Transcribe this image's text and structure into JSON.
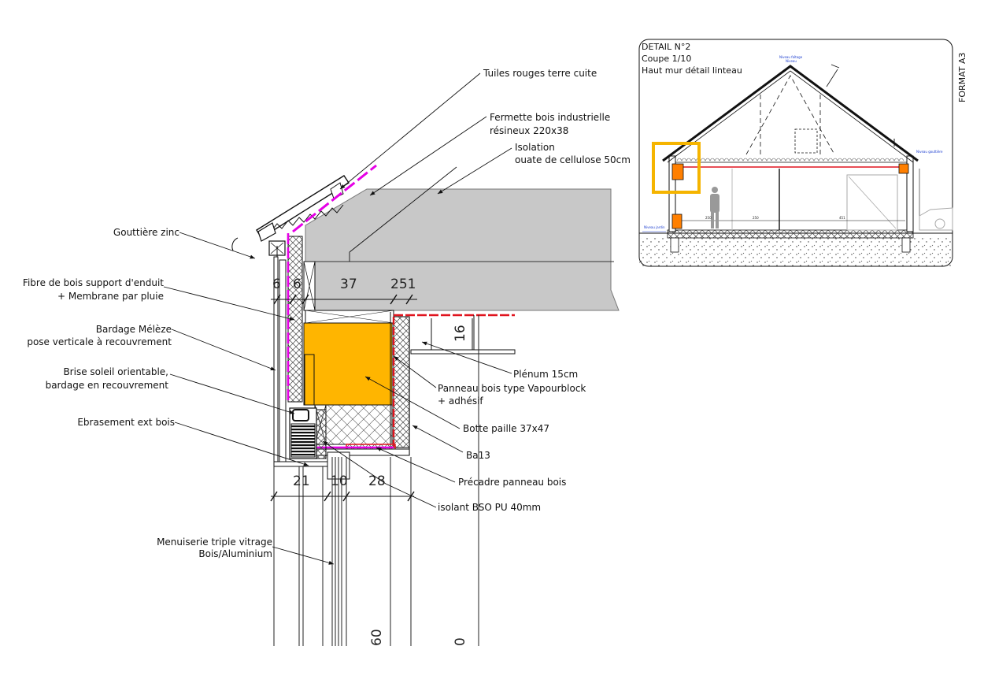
{
  "detail": {
    "title": "DETAIL N°2",
    "scale": "Coupe 1/10",
    "subtitle": "Haut mur détail linteau",
    "format": "FORMAT A3"
  },
  "callouts": {
    "tuiles": "Tuiles rouges terre cuite",
    "fermette_1": "Fermette bois industrielle",
    "fermette_2": "résineux 220x38",
    "isolation_1": "Isolation",
    "isolation_2": "ouate de cellulose 50cm",
    "gouttiere": "Gouttière zinc",
    "fibre_1": "Fibre de bois support d'enduit",
    "fibre_2": "+  Membrane par pluie",
    "bardage_1": "Bardage Mélèze",
    "bardage_2": "pose verticale à recouvrement",
    "brise_1": "Brise soleil orientable,",
    "brise_2": "bardage en recouvrement",
    "ebrasement": "Ebrasement ext bois",
    "menuiserie_1": "Menuiserie triple vitrage",
    "menuiserie_2": "Bois/Aluminium",
    "plenum": "Plénum 15cm",
    "panneau_1": "Panneau bois type Vapourblock",
    "panneau_2": "+ adhésif",
    "botte": "Botte paille 37x47",
    "ba13": "Ba13",
    "precadre": "Précadre panneau bois",
    "isolant_bso": "isolant BSO PU 40mm"
  },
  "dimensions": {
    "d6a": "6",
    "d6b": "6",
    "d37": "37",
    "d251": "251",
    "d16": "16",
    "d21": "21",
    "d10": "10",
    "d28": "28",
    "d60": "60",
    "d0": "0"
  },
  "mini": {
    "niveau_faitage_1": "Niveau faîtage",
    "niveau_faitage_2": "Niveau",
    "niveau_gouttiere": "Niveau gouttière",
    "niveau_jardin": "Niveau jardin",
    "d1": "250",
    "d2": "250",
    "d3": "451"
  },
  "colors": {
    "insulation_orange": "#ffb500",
    "membrane_magenta": "#e600e6",
    "vapour_red": "#e0141e",
    "ceiling_gray": "#c8c8c8",
    "highlight_frame": "#f5b400",
    "level_blue": "#1a3ccf"
  }
}
